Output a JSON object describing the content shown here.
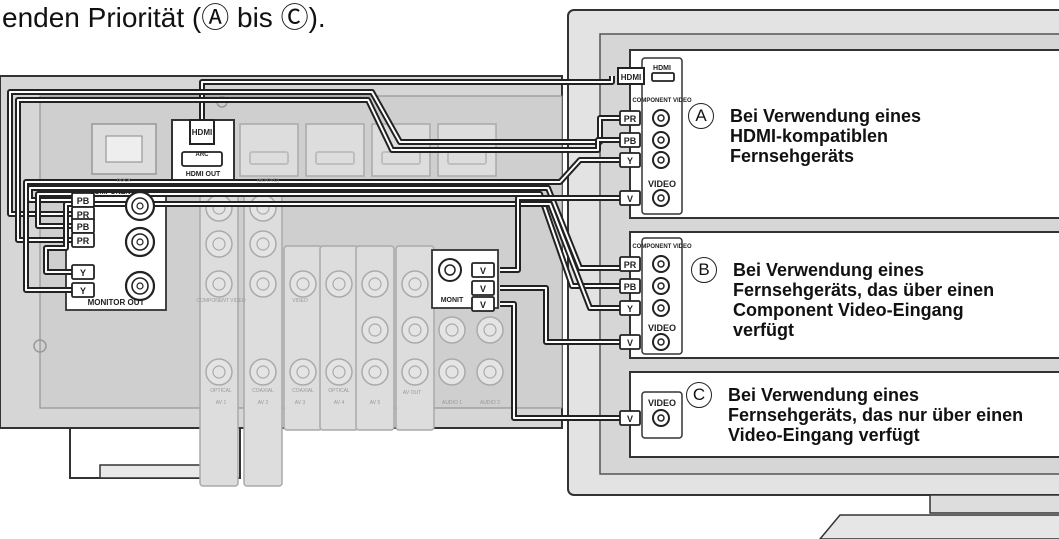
{
  "heading": "enden Priorität (Ⓐ bis Ⓒ).",
  "receiver": {
    "hdmi_plug": "HDMI",
    "arc": "ARC",
    "hdmi_out": "HDMI OUT",
    "component_header": "COMPONENT",
    "plugs": [
      "PB",
      "PR",
      "PB",
      "PR",
      "Y",
      "Y"
    ],
    "monitor_out": "MONITOR OUT",
    "monitor_short": "MONIT",
    "video_plugs": [
      "V",
      "V",
      "V"
    ],
    "labels": [
      "DOCK",
      "(BD/DVD)",
      "COMPONENT VIDEO",
      "VIDEO",
      "OPTICAL",
      "COAXIAL",
      "COAXIAL",
      "OPTICAL",
      "AV OUT",
      "AV 1",
      "AV 2",
      "AV 3",
      "AV 4",
      "AV 5",
      "AUDIO 1",
      "AUDIO 2"
    ]
  },
  "tv": {
    "hdmi": "HDMI",
    "component_video": "COMPONENT VIDEO",
    "video": "VIDEO",
    "plugs_a": [
      "HDMI",
      "PR",
      "PB",
      "Y",
      "V"
    ],
    "plugs_b": [
      "PR",
      "PB",
      "Y",
      "V"
    ],
    "plugs_c": [
      "V"
    ]
  },
  "options": [
    {
      "marker": "A",
      "lines": [
        "Bei Verwendung eines",
        "HDMI-kompatiblen",
        "Fernsehgeräts"
      ]
    },
    {
      "marker": "B",
      "lines": [
        "Bei Verwendung eines",
        "Fernsehgeräts, das über einen",
        "Component Video-Eingang",
        "verfügt"
      ]
    },
    {
      "marker": "C",
      "lines": [
        "Bei Verwendung eines",
        "Fernsehgeräts, das nur über einen",
        "Video-Eingang verfügt"
      ]
    }
  ]
}
